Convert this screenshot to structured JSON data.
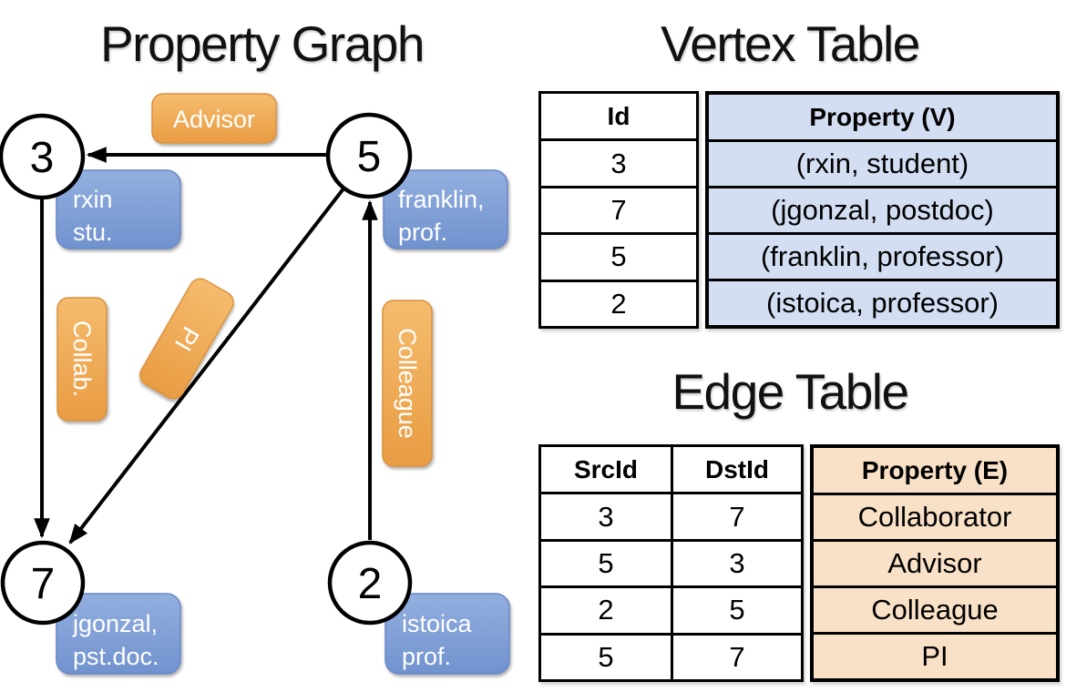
{
  "graph": {
    "title": "Property Graph",
    "nodes": [
      {
        "id": "3",
        "label_lines": [
          "rxin",
          "stu."
        ]
      },
      {
        "id": "5",
        "label_lines": [
          "franklin,",
          "prof."
        ]
      },
      {
        "id": "7",
        "label_lines": [
          "jgonzal,",
          "pst.doc."
        ]
      },
      {
        "id": "2",
        "label_lines": [
          "istoica",
          "prof."
        ]
      }
    ],
    "edge_labels": {
      "advisor": "Advisor",
      "collab": "Collab.",
      "pi": "PI",
      "colleague": "Colleague"
    }
  },
  "vertex_table": {
    "title": "Vertex Table",
    "columns": [
      "Id",
      "Property (V)"
    ],
    "rows": [
      [
        "3",
        "(rxin, student)"
      ],
      [
        "7",
        "(jgonzal, postdoc)"
      ],
      [
        "5",
        "(franklin, professor)"
      ],
      [
        "2",
        "(istoica, professor)"
      ]
    ]
  },
  "edge_table": {
    "title": "Edge Table",
    "columns": [
      "SrcId",
      "DstId",
      "Property (E)"
    ],
    "rows": [
      [
        "3",
        "7",
        "Collaborator"
      ],
      [
        "5",
        "3",
        "Advisor"
      ],
      [
        "2",
        "5",
        "Colleague"
      ],
      [
        "5",
        "7",
        "PI"
      ]
    ]
  },
  "colors": {
    "edge_label_fill_top": "#F5BC6E",
    "edge_label_fill_bottom": "#E99C43",
    "edge_label_border": "#D8913C",
    "vertex_label_fill_top": "#93AFDF",
    "vertex_label_fill_bottom": "#7092CE",
    "vertex_label_border": "#6787C6",
    "vertex_property_cell": "#D3DEF2",
    "edge_property_cell": "#F8E1C6",
    "line": "#000000",
    "label_text": "#FFFFFF"
  }
}
